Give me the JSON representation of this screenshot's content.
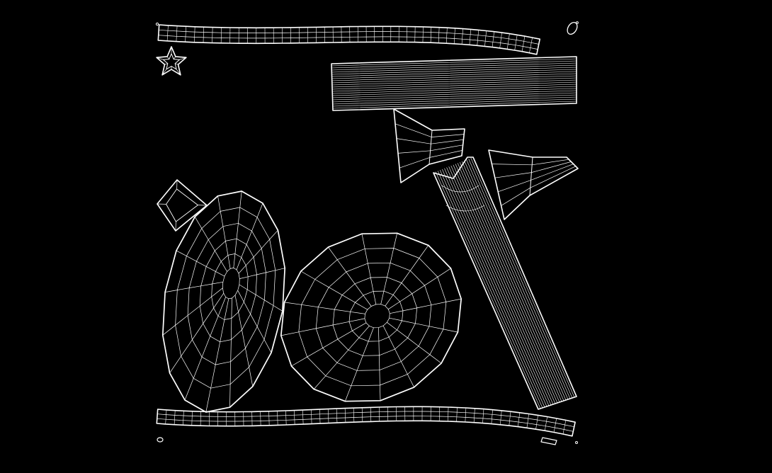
{
  "canvas": {
    "background": "#000000",
    "line_color": "#ffffff"
  },
  "uv_islands": [
    "top-strap-strip",
    "star-island",
    "ribbon-rectangle-strip",
    "upper-cone-island",
    "right-cone-island",
    "handle-long-strip",
    "small-cube-island",
    "left-disc-island",
    "right-disc-island",
    "bottom-strap-strip",
    "corner-fragments"
  ]
}
